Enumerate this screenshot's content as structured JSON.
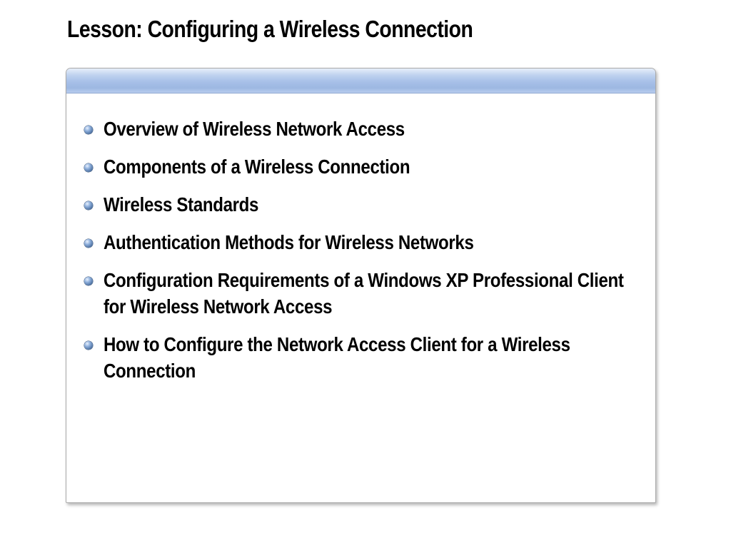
{
  "slide": {
    "title": "Lesson: Configuring a Wireless Connection"
  },
  "content": {
    "bullets": [
      {
        "text": "Overview of Wireless Network Access"
      },
      {
        "text": "Components of a Wireless Connection"
      },
      {
        "text": "Wireless Standards"
      },
      {
        "text": "Authentication Methods for Wireless Networks"
      },
      {
        "text": "Configuration Requirements of a Windows XP Professional Client for Wireless Network Access"
      },
      {
        "text": "How to Configure the Network Access Client for a Wireless Connection"
      }
    ]
  },
  "colors": {
    "header_bar": "#a7c0e8",
    "bullet": "#4b6f9f",
    "text": "#000000"
  },
  "icons": {
    "bullet": "sphere-bullet-icon"
  }
}
